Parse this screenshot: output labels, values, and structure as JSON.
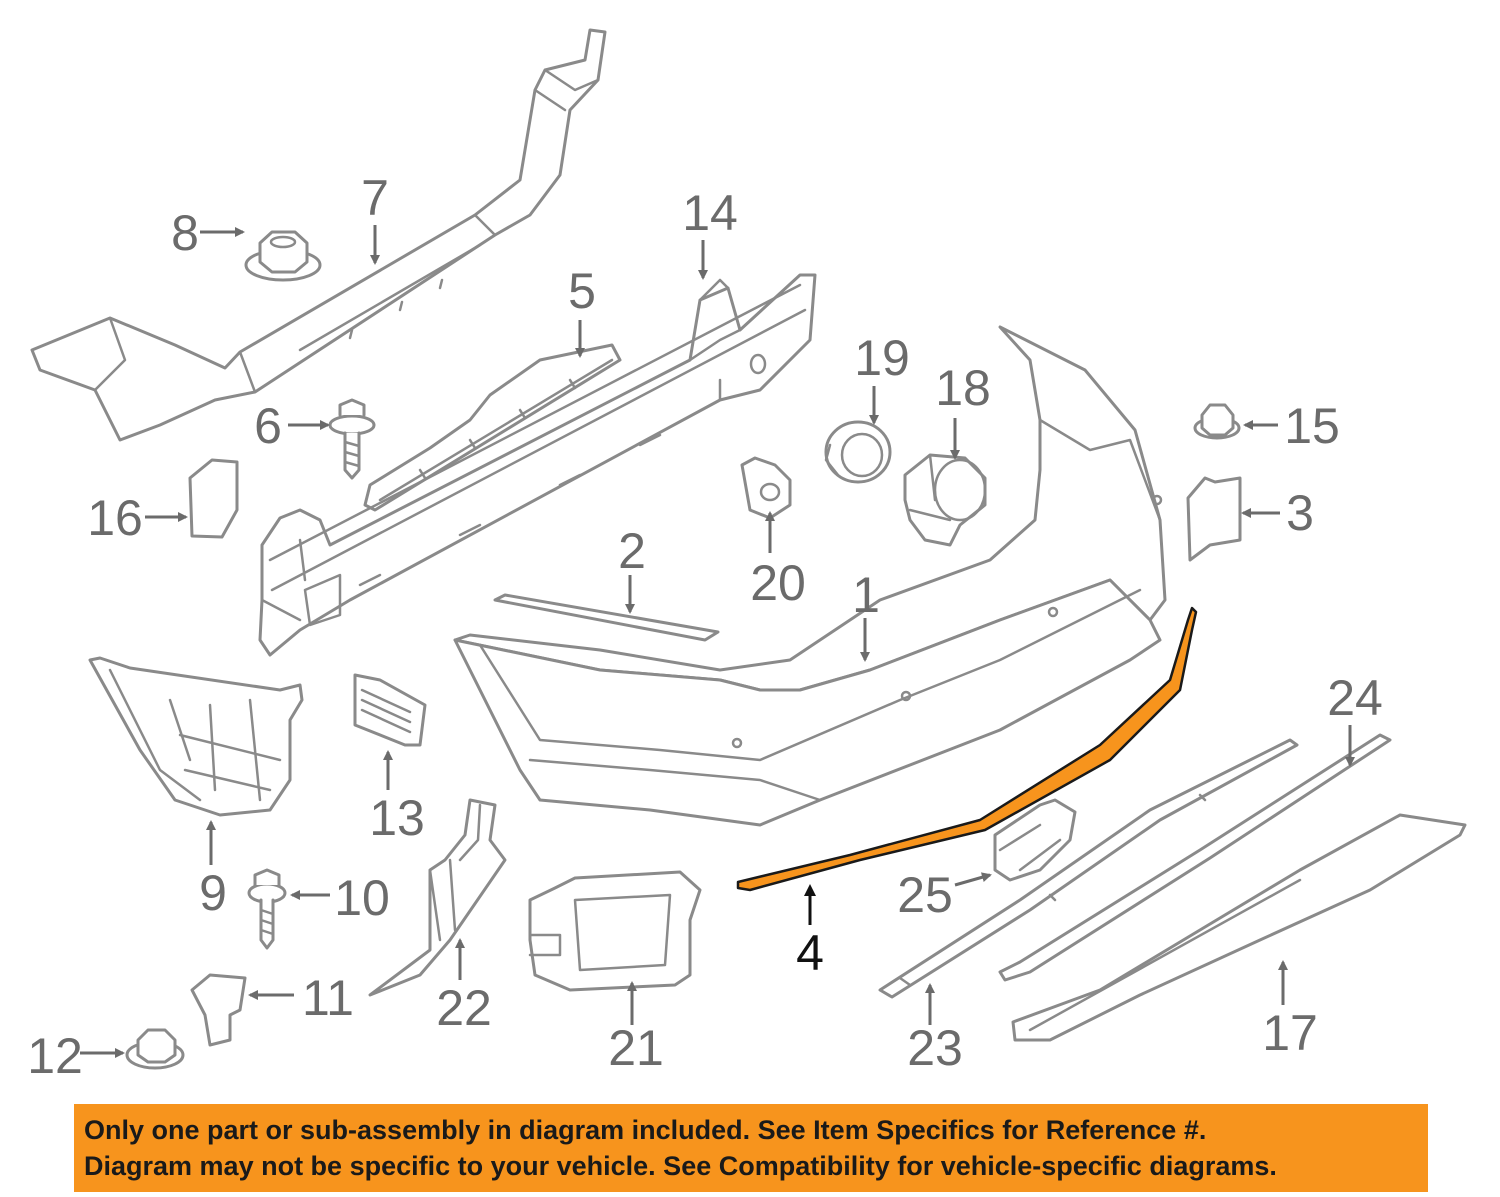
{
  "diagram": {
    "callouts": [
      {
        "id": "1",
        "label": "1"
      },
      {
        "id": "2",
        "label": "2"
      },
      {
        "id": "3",
        "label": "3"
      },
      {
        "id": "4",
        "label": "4"
      },
      {
        "id": "5",
        "label": "5"
      },
      {
        "id": "6",
        "label": "6"
      },
      {
        "id": "7",
        "label": "7"
      },
      {
        "id": "8",
        "label": "8"
      },
      {
        "id": "9",
        "label": "9"
      },
      {
        "id": "10",
        "label": "10"
      },
      {
        "id": "11",
        "label": "11"
      },
      {
        "id": "12",
        "label": "12"
      },
      {
        "id": "13",
        "label": "13"
      },
      {
        "id": "14",
        "label": "14"
      },
      {
        "id": "15",
        "label": "15"
      },
      {
        "id": "16",
        "label": "16"
      },
      {
        "id": "17",
        "label": "17"
      },
      {
        "id": "18",
        "label": "18"
      },
      {
        "id": "19",
        "label": "19"
      },
      {
        "id": "20",
        "label": "20"
      },
      {
        "id": "21",
        "label": "21"
      },
      {
        "id": "22",
        "label": "22"
      },
      {
        "id": "23",
        "label": "23"
      },
      {
        "id": "24",
        "label": "24"
      },
      {
        "id": "25",
        "label": "25"
      }
    ],
    "highlighted_part": "4",
    "highlight_color": "#f7941d",
    "part_line_color": "#8a8a8a"
  },
  "notice": {
    "line1": "Only one part or sub-assembly in diagram included. See Item Specifics for Reference #.",
    "line2": "Diagram may not be specific to your vehicle. See Compatibility for vehicle-specific diagrams.",
    "background": "#f7941d"
  }
}
